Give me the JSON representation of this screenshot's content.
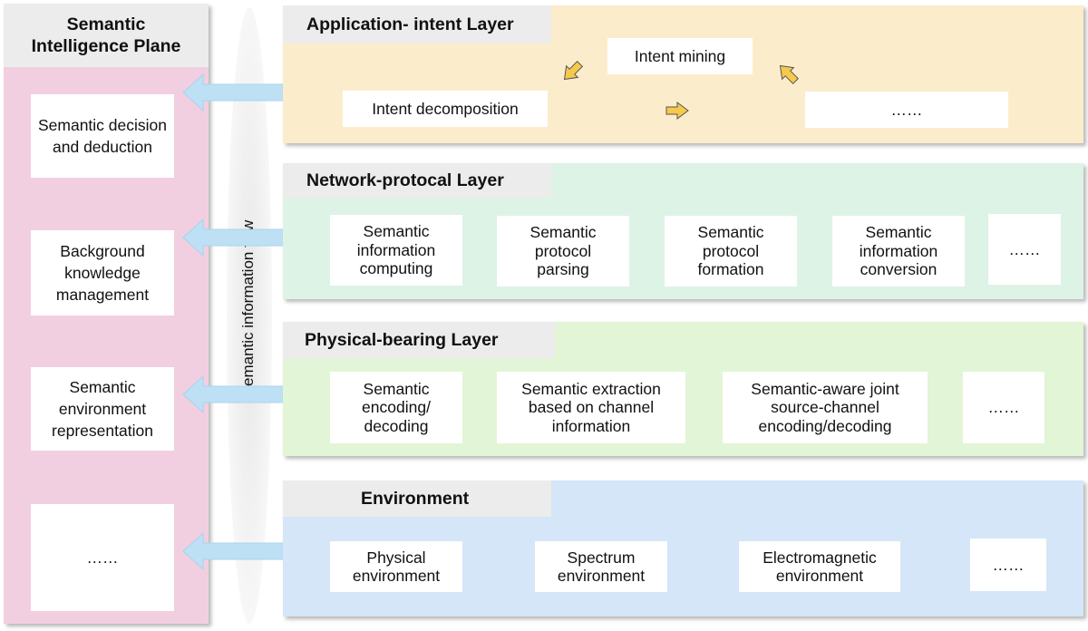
{
  "plane": {
    "title": "Semantic Intelligence Plane",
    "items": [
      "Semantic decision and deduction",
      "Background knowledge management",
      "Semantic environment representation",
      "……"
    ]
  },
  "flow_label": "Semantic information flow",
  "layers": {
    "application": {
      "title": "Application- intent  Layer",
      "boxes": [
        "Intent mining",
        "Intent decomposition",
        "……"
      ]
    },
    "network": {
      "title": "Network-protocal  Layer",
      "boxes": [
        "Semantic information computing",
        "Semantic protocol parsing",
        "Semantic protocol formation",
        "Semantic information conversion",
        "……"
      ]
    },
    "physical": {
      "title": "Physical-bearing  Layer",
      "boxes": [
        "Semantic encoding/ decoding",
        "Semantic extraction based on channel information",
        "Semantic-aware joint source-channel encoding/decoding",
        "……"
      ]
    },
    "environment": {
      "title": "Environment",
      "boxes": [
        "Physical environment",
        "Spectrum environment",
        "Electromagnetic environment",
        "……"
      ]
    }
  },
  "colors": {
    "plane": "#f1cfe0",
    "application": "#fbedcc",
    "network": "#ddf3e6",
    "physical": "#e2f5d6",
    "environment": "#d4e6f7",
    "double_arrow": "#bde0f5",
    "intent_arrow": "#f5c94c"
  }
}
